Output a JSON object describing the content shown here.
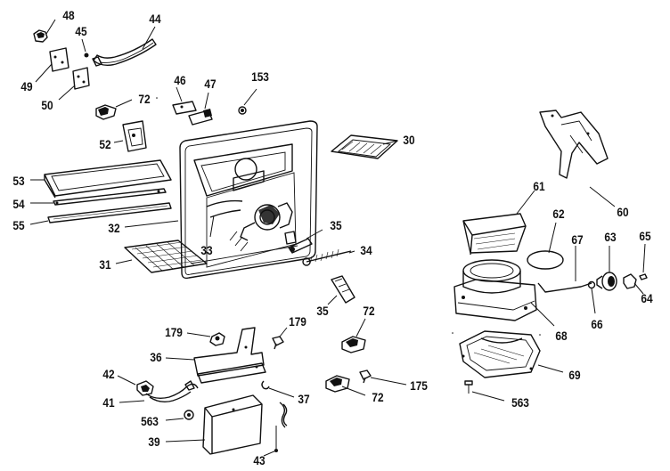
{
  "diagram": {
    "callouts": [
      {
        "id": "c48",
        "text": "48"
      },
      {
        "id": "c44",
        "text": "44"
      },
      {
        "id": "c45",
        "text": "45"
      },
      {
        "id": "c49",
        "text": "49"
      },
      {
        "id": "c50",
        "text": "50"
      },
      {
        "id": "c72a",
        "text": "72"
      },
      {
        "id": "c46",
        "text": "46"
      },
      {
        "id": "c47",
        "text": "47"
      },
      {
        "id": "c153",
        "text": "153"
      },
      {
        "id": "c52",
        "text": "52"
      },
      {
        "id": "c30",
        "text": "30"
      },
      {
        "id": "c53",
        "text": "53"
      },
      {
        "id": "c54",
        "text": "54"
      },
      {
        "id": "c55",
        "text": "55"
      },
      {
        "id": "c32",
        "text": "32"
      },
      {
        "id": "c33",
        "text": "33"
      },
      {
        "id": "c35a",
        "text": "35"
      },
      {
        "id": "c34",
        "text": "34"
      },
      {
        "id": "c31",
        "text": "31"
      },
      {
        "id": "c35b",
        "text": "35"
      },
      {
        "id": "c72b",
        "text": "72"
      },
      {
        "id": "c179a",
        "text": "179"
      },
      {
        "id": "c179b",
        "text": "179"
      },
      {
        "id": "c36",
        "text": "36"
      },
      {
        "id": "c42",
        "text": "42"
      },
      {
        "id": "c41",
        "text": "41"
      },
      {
        "id": "c37",
        "text": "37"
      },
      {
        "id": "c72c",
        "text": "72"
      },
      {
        "id": "c175",
        "text": "175"
      },
      {
        "id": "c563a",
        "text": "563"
      },
      {
        "id": "c39",
        "text": "39"
      },
      {
        "id": "c43",
        "text": "43"
      },
      {
        "id": "c60",
        "text": "60"
      },
      {
        "id": "c61",
        "text": "61"
      },
      {
        "id": "c62",
        "text": "62"
      },
      {
        "id": "c67",
        "text": "67"
      },
      {
        "id": "c63",
        "text": "63"
      },
      {
        "id": "c65",
        "text": "65"
      },
      {
        "id": "c64",
        "text": "64"
      },
      {
        "id": "c66",
        "text": "66"
      },
      {
        "id": "c68",
        "text": "68"
      },
      {
        "id": "c69",
        "text": "69"
      },
      {
        "id": "c563b",
        "text": "563"
      }
    ]
  }
}
